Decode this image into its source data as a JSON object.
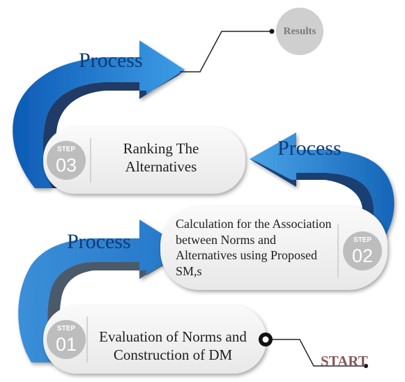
{
  "results": {
    "label": "Results"
  },
  "start": {
    "label": "START"
  },
  "process": {
    "top": "Process",
    "middle": "Process",
    "bottom": "Process"
  },
  "steps": [
    {
      "word": "STEP",
      "number": "01",
      "text": "Evaluation of Norms and Construction of DM"
    },
    {
      "word": "STEP",
      "number": "02",
      "text": "Calculation for the Association between Norms and Alternatives using Proposed SM,s"
    },
    {
      "word": "STEP",
      "number": "03",
      "text": "Ranking The Alternatives"
    }
  ],
  "colors": {
    "arrow_dark": "#1f3b66",
    "arrow_blue": "#1d6fc4",
    "arrow_light": "#3b9be0",
    "badge_grey": "#bdbdbd",
    "box_fill": "#f2f2f2",
    "process_text": "#0f3a78"
  }
}
